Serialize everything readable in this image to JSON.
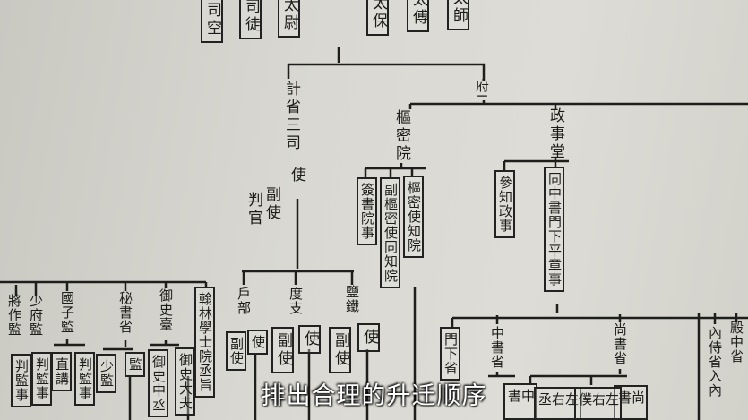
{
  "top": [
    "司空",
    "司徒",
    "太尉",
    "太保",
    "太傅",
    "太師"
  ],
  "sansi": {
    "title": "計省三司",
    "shi": "使",
    "fushi": "副使",
    "panguan": "判官",
    "branches": [
      {
        "name": "戶部",
        "fushi": "副使",
        "shi": "使"
      },
      {
        "name": "度支",
        "fushi": "副使",
        "shi": "使"
      },
      {
        "name": "鹽鐵",
        "fushi": "副使",
        "shi": "使"
      }
    ]
  },
  "erfu": {
    "title": "府二",
    "shumi": {
      "title": "樞密院",
      "children": [
        "簽書院事",
        "副樞密使同知院",
        "樞密使知院"
      ]
    },
    "zhengshi": {
      "title": "政事堂",
      "children": [
        "參知政事",
        "同中書門下平章事"
      ]
    }
  },
  "left_group": {
    "offices": [
      "將作監",
      "少府監",
      "國子監",
      "秘書省",
      "御史臺",
      "翰林學士院丞旨"
    ],
    "children": [
      "判監事",
      "判監事",
      "直講",
      "判監事",
      "少監",
      "監",
      "御史中丞",
      "御史大夫"
    ]
  },
  "sansheng": {
    "offices": [
      "門下省",
      "中書省",
      "尚書省",
      "內侍省入內",
      "殿中省"
    ],
    "children": [
      "中書",
      "尚書",
      "左右丞",
      "左右僕"
    ]
  },
  "subtitle": "排出合理的升迁顺序"
}
